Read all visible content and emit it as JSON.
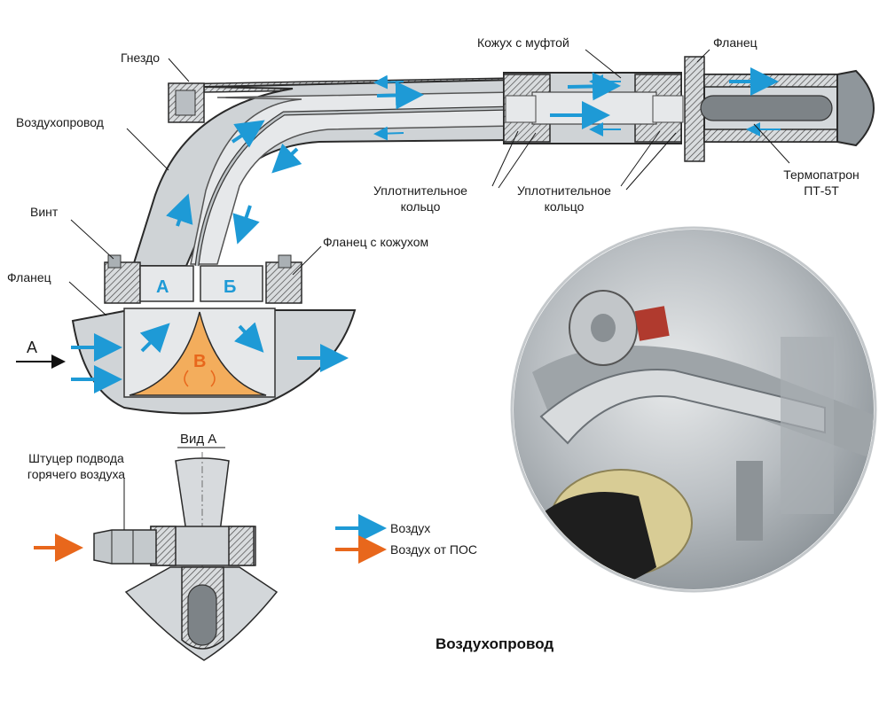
{
  "colors": {
    "air": "#1e9ad6",
    "pos_air": "#e8671c",
    "metal": "#cfd3d6",
    "metal_dark": "#9aa1a6",
    "zone_fill": "#f3ad5c",
    "zone_text": "#e8671c"
  },
  "labels": {
    "socket": "Гнездо",
    "air_duct": "Воздухопровод",
    "casing_coupling": "Кожух с муфтой",
    "flange_top": "Фланец",
    "screw": "Винт",
    "flange_left": "Фланец",
    "flange_casing": "Фланец с кожухом",
    "seal_ring_1": [
      "Уплотнительное",
      "кольцо"
    ],
    "seal_ring_2": [
      "Уплотнительное",
      "кольцо"
    ],
    "thermocouple": [
      "Термопатрон",
      "ПТ-5Т"
    ],
    "view_a": "Вид А",
    "fitting": [
      "Штуцер подвода",
      "горячего воздуха"
    ],
    "arrow_a": "А"
  },
  "zones": {
    "a": "А",
    "b": "Б",
    "v": "В"
  },
  "legend": {
    "air": "Воздух",
    "pos_air": "Воздух от ПОС"
  },
  "title": "Воздухопровод"
}
